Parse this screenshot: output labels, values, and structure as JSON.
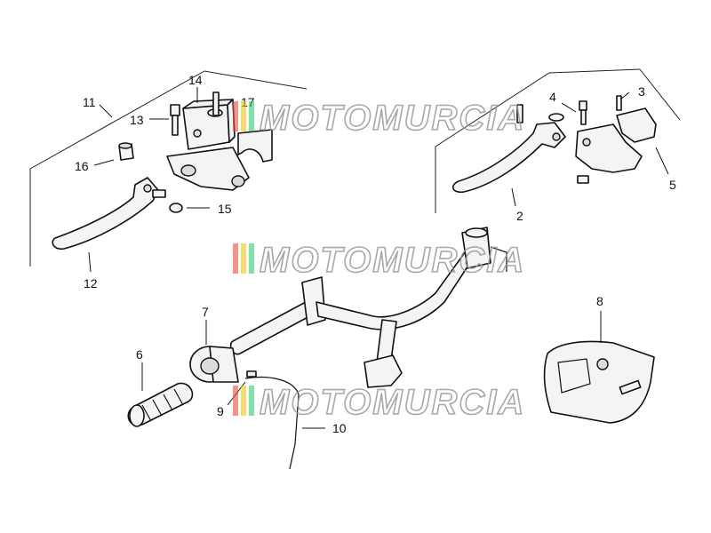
{
  "diagram": {
    "callouts": [
      {
        "id": "c1",
        "label": "2"
      },
      {
        "id": "c2",
        "label": "3"
      },
      {
        "id": "c3",
        "label": "4"
      },
      {
        "id": "c4",
        "label": "5"
      },
      {
        "id": "c5",
        "label": "6"
      },
      {
        "id": "c6",
        "label": "7"
      },
      {
        "id": "c7",
        "label": "8"
      },
      {
        "id": "c8",
        "label": "9"
      },
      {
        "id": "c9",
        "label": "10"
      },
      {
        "id": "c10",
        "label": "11"
      },
      {
        "id": "c11",
        "label": "12"
      },
      {
        "id": "c12",
        "label": "13"
      },
      {
        "id": "c13",
        "label": "14"
      },
      {
        "id": "c14",
        "label": "15"
      },
      {
        "id": "c15",
        "label": "16"
      },
      {
        "id": "c16",
        "label": "17"
      }
    ]
  },
  "watermark": {
    "text": "MOTOMURCIA",
    "colors": [
      "#e74c3c",
      "#f1c40f",
      "#2ecc71"
    ]
  }
}
